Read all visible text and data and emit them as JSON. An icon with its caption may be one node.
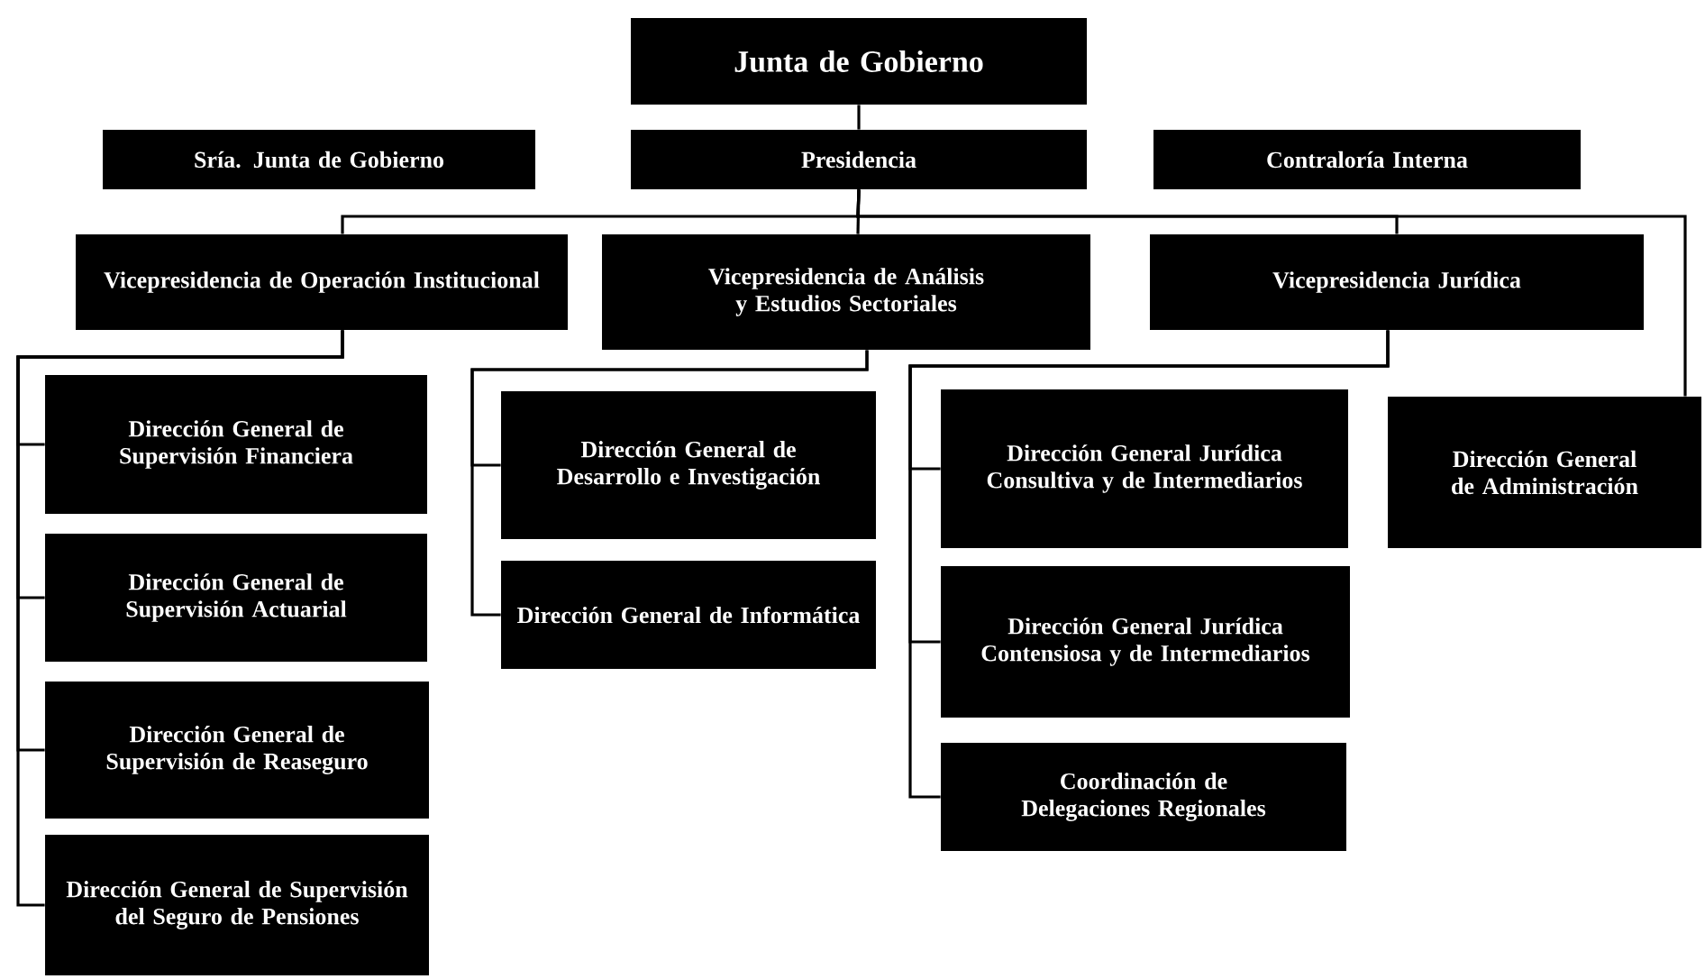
{
  "diagram": {
    "nodes": [
      {
        "text": [
          "Junta de Gobierno"
        ]
      },
      {
        "text": [
          "Sría. Junta de Gobierno"
        ]
      },
      {
        "text": [
          "Presidencia"
        ]
      },
      {
        "text": [
          "Contraloría Interna"
        ]
      },
      {
        "text": [
          "Vicepresidencia de Operación Institucional"
        ]
      },
      {
        "text": [
          "Vicepresidencia de Análisis y Estudios Sectoriales"
        ]
      },
      {
        "text": [
          "Vicepresidencia Jurídica"
        ]
      },
      {
        "text": [
          "Dirección General de Supervisión Financiera"
        ]
      },
      {
        "text": [
          "Dirección General de Desarrollo e Investigación"
        ]
      },
      {
        "text": [
          "Dirección General Jurídica Consultiva y de Intermediarios"
        ]
      },
      {
        "text": [
          "Dirección General de Administración"
        ]
      },
      {
        "text": [
          "Dirección General de Supervisión Actuarial"
        ]
      },
      {
        "text": [
          "Dirección General de Informática"
        ]
      },
      {
        "text": [
          "Dirección General Jurídica Contensiosa y de Intermediarios"
        ]
      },
      {
        "text": [
          "Dirección General de Supervisión de Reaseguro"
        ]
      },
      {
        "text": [
          "Coordinación de Delegaciones Regionales"
        ]
      },
      {
        "text": [
          "Dirección General de Supervisión del Seguro de Pensiones"
        ]
      }
    ],
    "edges": [
      {
        "from": 0,
        "to": 2,
        "arrow": "none"
      },
      {
        "from": 2,
        "to": 4,
        "arrow": "none"
      },
      {
        "from": 2,
        "to": 5,
        "arrow": "none"
      },
      {
        "from": 2,
        "to": 6,
        "arrow": "none"
      },
      {
        "from": 2,
        "to": 10,
        "arrow": "none"
      },
      {
        "from": 4,
        "to": 7,
        "arrow": "none"
      },
      {
        "from": 4,
        "to": 11,
        "arrow": "none"
      },
      {
        "from": 4,
        "to": 14,
        "arrow": "none"
      },
      {
        "from": 4,
        "to": 16,
        "arrow": "none"
      },
      {
        "from": 5,
        "to": 8,
        "arrow": "none"
      },
      {
        "from": 5,
        "to": 12,
        "arrow": "none"
      },
      {
        "from": 6,
        "to": 9,
        "arrow": "none"
      },
      {
        "from": 6,
        "to": 13,
        "arrow": "none"
      },
      {
        "from": 6,
        "to": 15,
        "arrow": "none"
      }
    ]
  }
}
